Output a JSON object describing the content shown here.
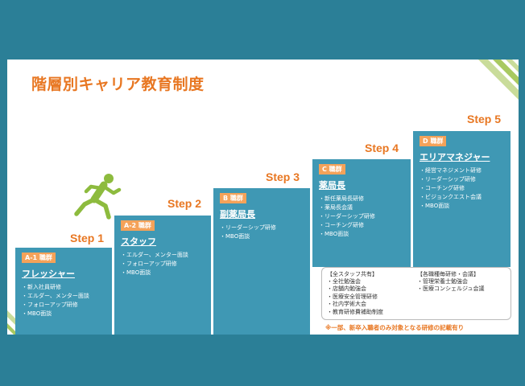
{
  "title": "階層別キャリア教育制度",
  "colors": {
    "accent": "#e87722",
    "box": "#3f98b4",
    "badge": "#f4a259",
    "runner": "#8dbb3e",
    "background": "#2b7f97"
  },
  "steps": [
    {
      "step": "Step 1",
      "badge": "A-1 職群",
      "title": "フレッシャー",
      "items": [
        "新入社員研修",
        "エルダー、メンター面談",
        "フォローアップ研修",
        "MBO面談"
      ]
    },
    {
      "step": "Step 2",
      "badge": "A-2 職群",
      "title": "スタッフ",
      "items": [
        "エルダー、メンター面談",
        "フォローアップ研修",
        "MBO面談"
      ]
    },
    {
      "step": "Step 3",
      "badge": "B 職群",
      "title": "副薬局長",
      "items": [
        "リーダーシップ研修",
        "MBO面談"
      ]
    },
    {
      "step": "Step 4",
      "badge": "C 職群",
      "title": "薬局長",
      "items": [
        "新任薬局長研修",
        "薬局長会議",
        "リーダーシップ研修",
        "コーチング研修",
        "MBO面談"
      ]
    },
    {
      "step": "Step 5",
      "badge": "D 職群",
      "title": "エリアマネジャー",
      "items": [
        "経営マネジメント研修",
        "リーダーシップ研修",
        "コーチング研修",
        "ビジョンクエスト会議",
        "MBO面談"
      ]
    }
  ],
  "common": {
    "all_staff": {
      "heading": "【全スタッフ共有】",
      "items": [
        "全社勉強会",
        "店舗内勉強会",
        "医療安全管理研修",
        "社内学術大会",
        "教育研修費補助制度"
      ]
    },
    "by_role": {
      "heading": "【各職種毎研修・会議】",
      "items": [
        "管理栄養士勉強会",
        "医療コンシェルジュ会議"
      ]
    }
  },
  "note": "※一部、新卒入職者のみ対象となる研修の記載有り"
}
